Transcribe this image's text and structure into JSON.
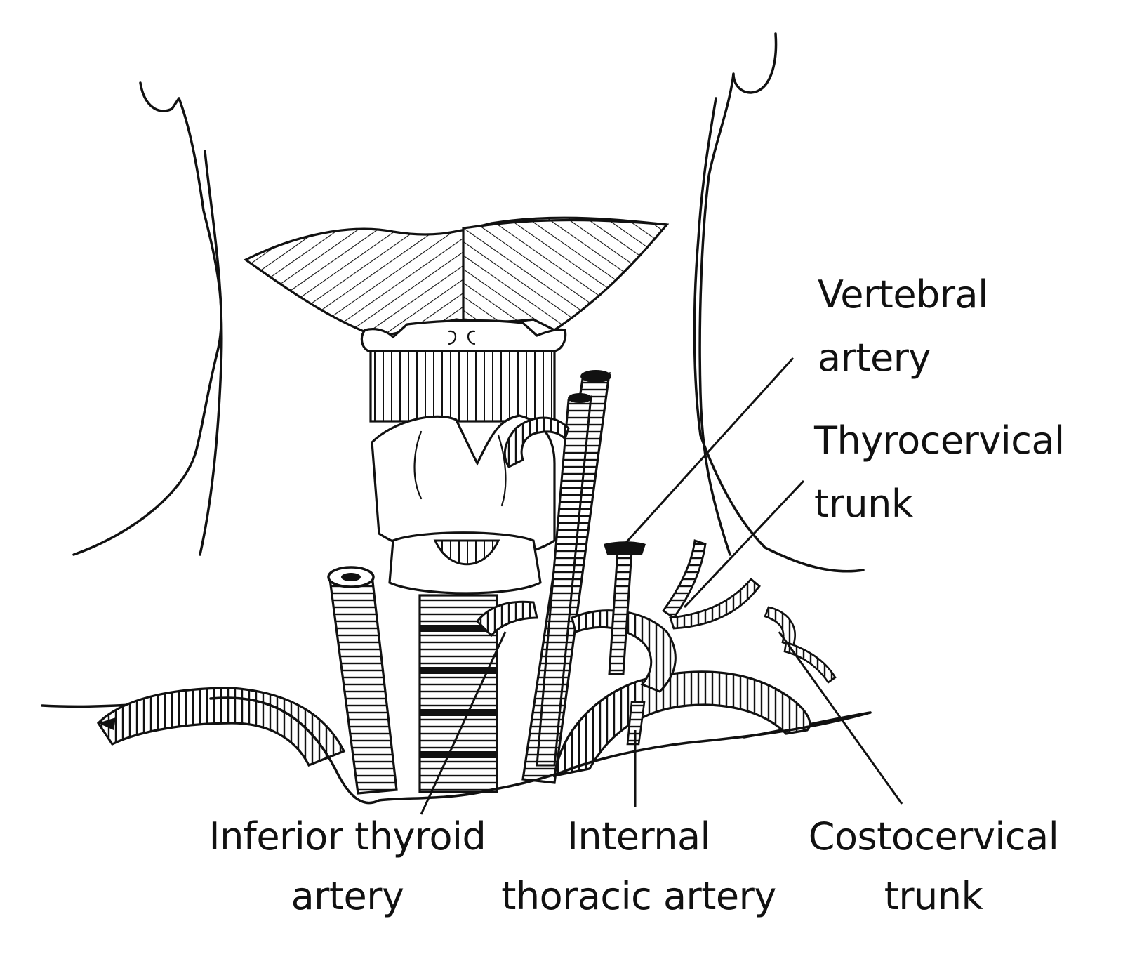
{
  "labels": {
    "vertebral_1": "Vertebral",
    "vertebral_2": "artery",
    "thyrocervical_1": "Thyrocervical",
    "thyrocervical_2": "trunk",
    "inferior_thyroid_1": "Inferior thyroid",
    "inferior_thyroid_2": "artery",
    "internal_thoracic_1": "Internal",
    "internal_thoracic_2": "thoracic artery",
    "costocervical_1": "Costocervical",
    "costocervical_2": "trunk"
  },
  "colors": {
    "ink": "#111111",
    "paper": "#ffffff"
  }
}
